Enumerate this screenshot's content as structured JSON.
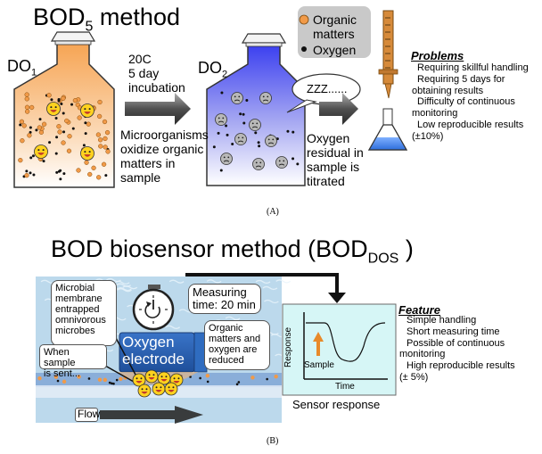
{
  "panel_a": {
    "title": "BOD",
    "title_sub": "5",
    "title_rest": " method",
    "do1": "DO",
    "do1_sub": "1",
    "do2": "DO",
    "do2_sub": "2",
    "incubation": [
      "20C",
      "5 day",
      "incubation"
    ],
    "microbe_text": [
      "Microorganisms",
      "oxidize organic",
      "matters in",
      "sample"
    ],
    "sleep_text": "ZZZ......",
    "oxygen_text": [
      "Oxygen",
      "residual in",
      "sample is",
      "titrated"
    ],
    "legend": {
      "organic": [
        "Organic",
        "matters"
      ],
      "oxygen": "Oxygen"
    },
    "problems_title": "Problems",
    "problems": [
      "Requiring skillful handling",
      "Requiring 5 days for",
      "obtaining results",
      "Difficulty of continuous",
      "monitoring",
      "Low reproducible results",
      "(±10%)"
    ],
    "caption": "(A)"
  },
  "panel_b": {
    "title": "BOD biosensor method (BOD",
    "title_sub": "DOS",
    "title_end": " )",
    "membrane_text": [
      "Microbial",
      "membrane",
      "entrapped",
      "omnivorous",
      "microbes"
    ],
    "measuring": [
      "Measuring",
      "time: 20 min"
    ],
    "electrode": [
      "Oxygen",
      "electrode"
    ],
    "reduced": [
      "Organic",
      "matters and",
      "oxygen are",
      "reduced"
    ],
    "sample_sent": [
      "When sample",
      "is sent..."
    ],
    "flow": "Flow",
    "chart_ylabel": "Response",
    "chart_xlabel": "Time",
    "chart_sample": "Sample",
    "sensor_response": "Sensor response",
    "feature_title": "Feature",
    "features": [
      "Simple handling",
      "Short measuring time",
      "Possible of continuous",
      "monitoring",
      "High reproducible results",
      "(± 5%)"
    ],
    "caption": "(B)"
  },
  "colors": {
    "orange": "#f19a48",
    "blue": "#4a4fe0",
    "gray": "#707070",
    "water": "#b8d8ec",
    "chart_bg": "#d6f6f6"
  }
}
